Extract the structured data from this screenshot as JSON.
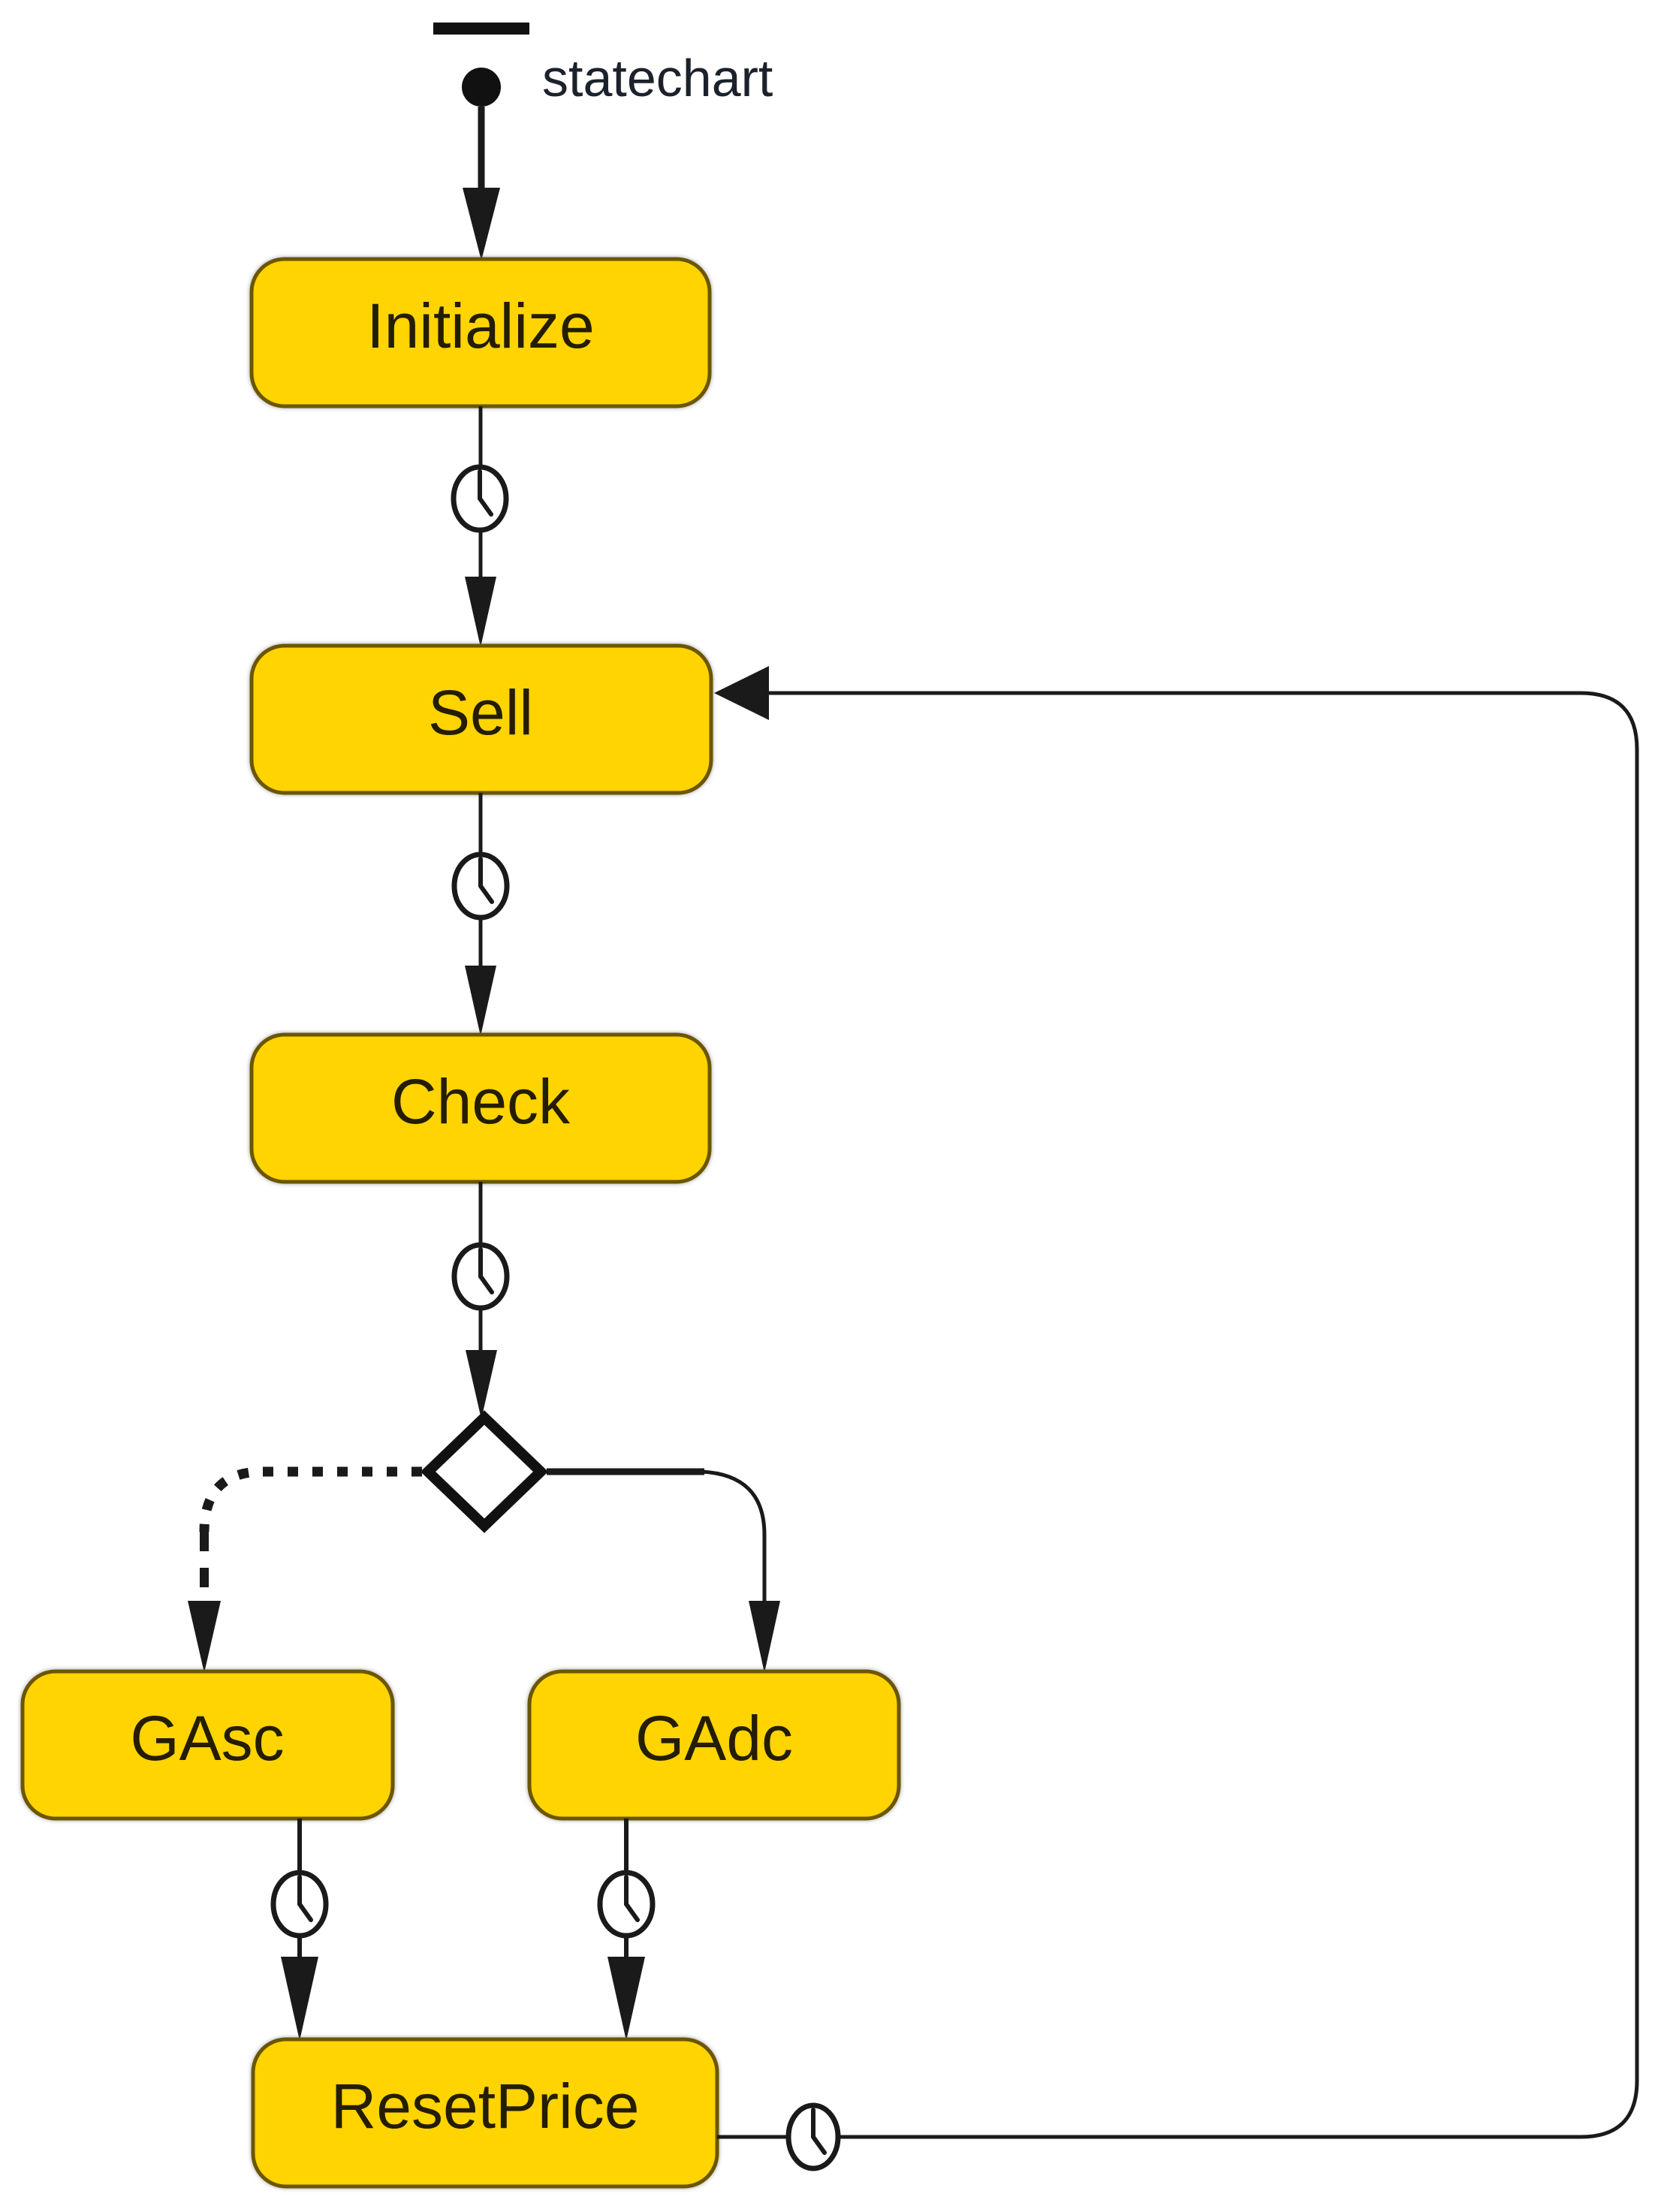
{
  "diagram": {
    "title": "statechart",
    "kind": "statechart",
    "colors": {
      "background": "#ffffff",
      "state_fill": "#FFD400",
      "state_border": "#6b5600",
      "state_text": "#241d00",
      "edge": "#1a1a1a",
      "title_text": "#1c222b",
      "choice_fill": "#ffffff"
    },
    "states": [
      {
        "id": "initialize",
        "label": "Initialize"
      },
      {
        "id": "sell",
        "label": "Sell"
      },
      {
        "id": "check",
        "label": "Check"
      },
      {
        "id": "gasc",
        "label": "GAsc"
      },
      {
        "id": "gadc",
        "label": "GAdc"
      },
      {
        "id": "resetprice",
        "label": "ResetPrice"
      }
    ],
    "pseudostates": [
      {
        "id": "initial",
        "type": "initial-state",
        "label": "statechart"
      },
      {
        "id": "choice",
        "type": "choice-diamond",
        "label": ""
      }
    ],
    "transitions": [
      {
        "from": "initial",
        "to": "initialize",
        "style": "solid-bold",
        "icon": ""
      },
      {
        "from": "initialize",
        "to": "sell",
        "style": "solid",
        "icon": "clock-icon"
      },
      {
        "from": "sell",
        "to": "check",
        "style": "solid",
        "icon": "clock-icon"
      },
      {
        "from": "check",
        "to": "choice",
        "style": "solid",
        "icon": "clock-icon"
      },
      {
        "from": "choice",
        "to": "gasc",
        "style": "dotted",
        "icon": ""
      },
      {
        "from": "choice",
        "to": "gadc",
        "style": "solid",
        "icon": ""
      },
      {
        "from": "gasc",
        "to": "resetprice",
        "style": "solid",
        "icon": "clock-icon"
      },
      {
        "from": "gadc",
        "to": "resetprice",
        "style": "solid",
        "icon": "clock-icon"
      },
      {
        "from": "resetprice",
        "to": "sell",
        "style": "solid",
        "icon": "clock-icon"
      }
    ]
  }
}
